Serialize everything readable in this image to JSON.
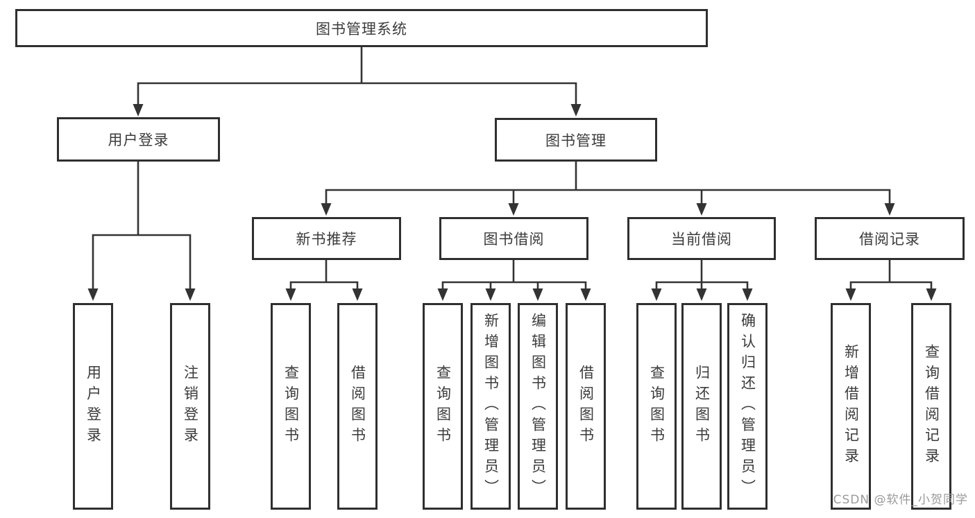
{
  "nodes": {
    "root": "图书管理系统",
    "user_login": "用户登录",
    "book_management": "图书管理",
    "new_book_recommend": "新书推荐",
    "book_borrow": "图书借阅",
    "current_borrow": "当前借阅",
    "borrow_record": "借阅记录",
    "leaf_user_login": "用户登录",
    "leaf_logout_login": "注销登录",
    "leaf_nb_query_book": "查询图书",
    "leaf_nb_borrow_book": "借阅图书",
    "leaf_bb_query_book": "查询图书",
    "leaf_bb_add_book": "新增图书（管理员）",
    "leaf_bb_edit_book": "编辑图书（管理员）",
    "leaf_bb_borrow_book": "借阅图书",
    "leaf_cb_query_book": "查询图书",
    "leaf_cb_return_book": "归还图书",
    "leaf_cb_confirm_return": "确认归还（管理员）",
    "leaf_br_add_record": "新增借阅记录",
    "leaf_br_query_record": "查询借阅记录"
  },
  "watermark": "CSDN @软件_小贺同学",
  "colors": {
    "line": "#333333",
    "box_border": "#2f2f2f",
    "text": "#3b3b3b",
    "watermark": "#9a9a9a",
    "background": "#ffffff"
  }
}
